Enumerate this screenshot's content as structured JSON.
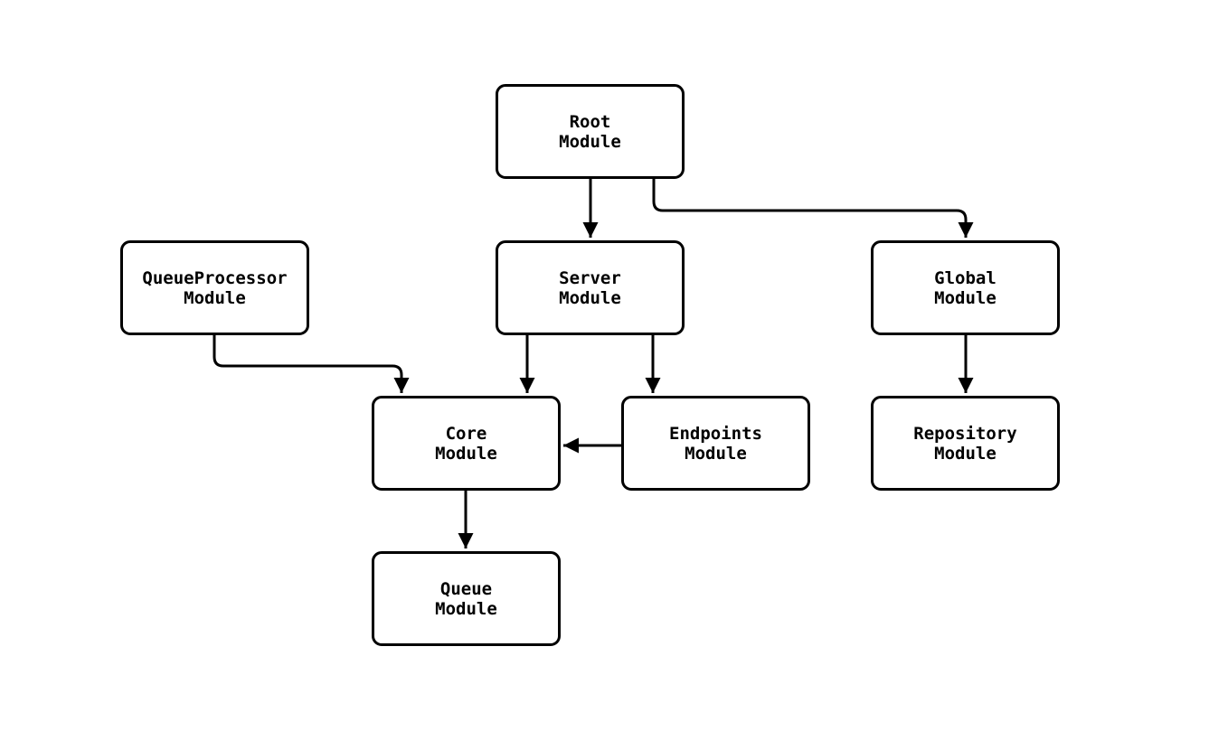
{
  "diagram": {
    "background_color": "#ffffff",
    "node_fill_color": "#ffffff",
    "line_color": "#000000",
    "nodes": [
      {
        "id": "root",
        "line1": "Root",
        "line2": "Module"
      },
      {
        "id": "server",
        "line1": "Server",
        "line2": "Module"
      },
      {
        "id": "global",
        "line1": "Global",
        "line2": "Module"
      },
      {
        "id": "queueprocessor",
        "line1": "QueueProcessor",
        "line2": "Module"
      },
      {
        "id": "core",
        "line1": "Core",
        "line2": "Module"
      },
      {
        "id": "endpoints",
        "line1": "Endpoints",
        "line2": "Module"
      },
      {
        "id": "repository",
        "line1": "Repository",
        "line2": "Module"
      },
      {
        "id": "queue",
        "line1": "Queue",
        "line2": "Module"
      }
    ],
    "edges": [
      {
        "from": "root",
        "to": "server"
      },
      {
        "from": "root",
        "to": "global"
      },
      {
        "from": "queueprocessor",
        "to": "core"
      },
      {
        "from": "server",
        "to": "core"
      },
      {
        "from": "server",
        "to": "endpoints"
      },
      {
        "from": "endpoints",
        "to": "core"
      },
      {
        "from": "global",
        "to": "repository"
      },
      {
        "from": "core",
        "to": "queue"
      }
    ]
  }
}
